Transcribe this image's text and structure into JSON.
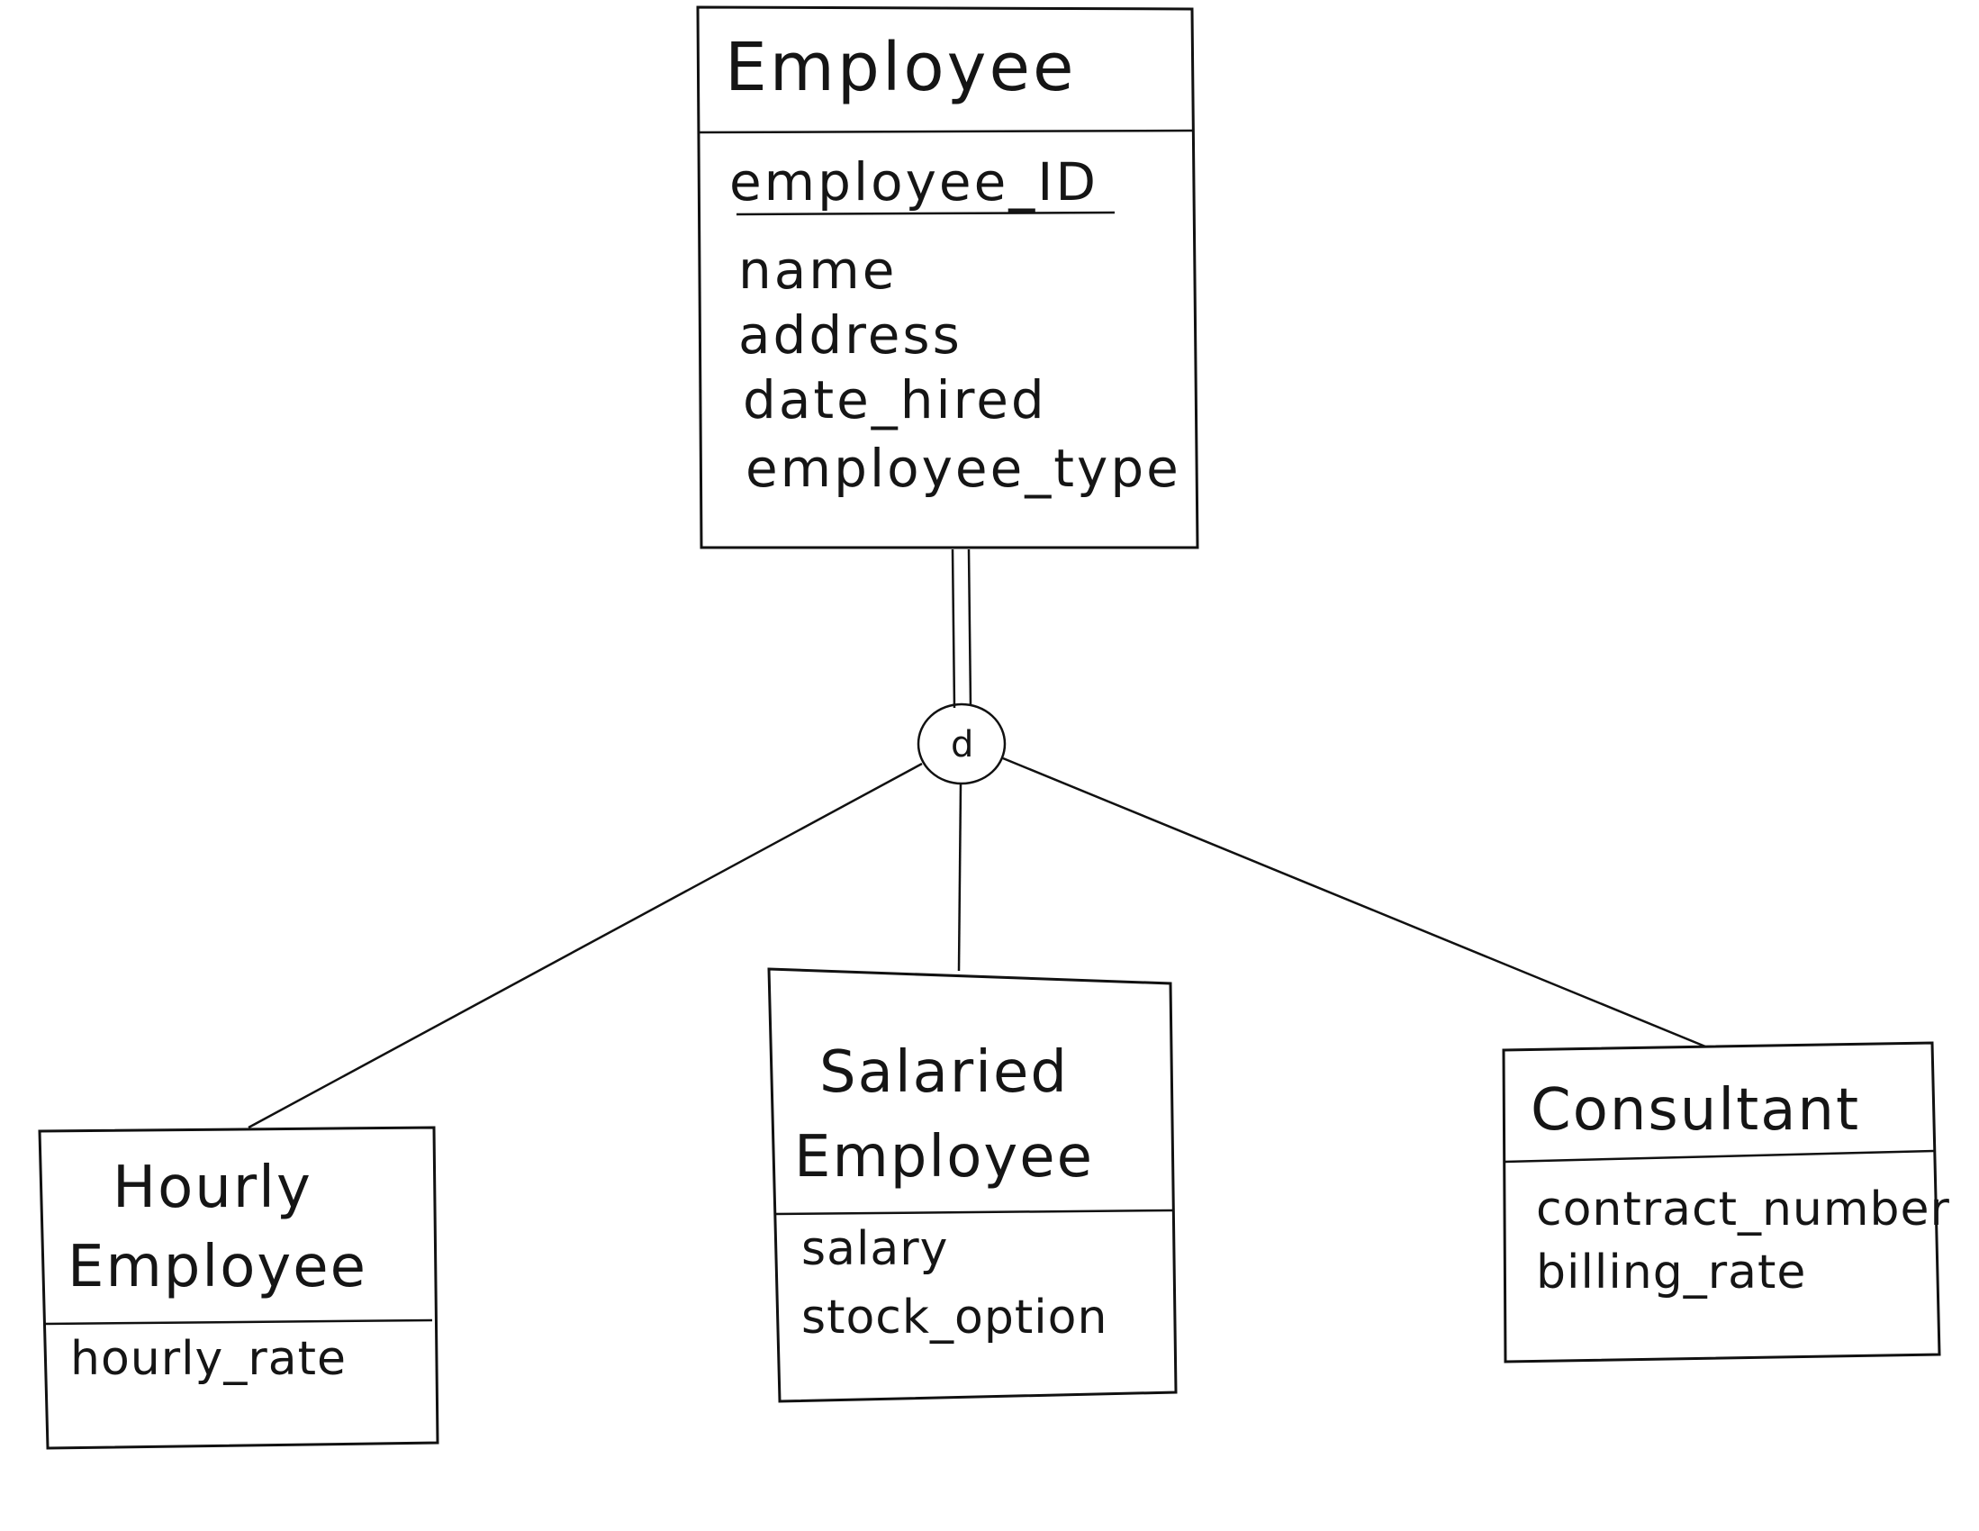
{
  "diagram": {
    "supertype": {
      "name": "Employee",
      "primary_key": "employee_ID",
      "attributes": [
        "name",
        "address",
        "date_hired",
        "employee_type"
      ]
    },
    "disjoint_symbol": "d",
    "subtypes": [
      {
        "name_line1": "Hourly",
        "name_line2": "Employee",
        "attributes": [
          "hourly_rate"
        ]
      },
      {
        "name_line1": "Salaried",
        "name_line2": "Employee",
        "attributes": [
          "salary",
          "stock_option"
        ]
      },
      {
        "name_line1": "Consultant",
        "attributes": [
          "contract_number",
          "billing_rate"
        ]
      }
    ]
  }
}
